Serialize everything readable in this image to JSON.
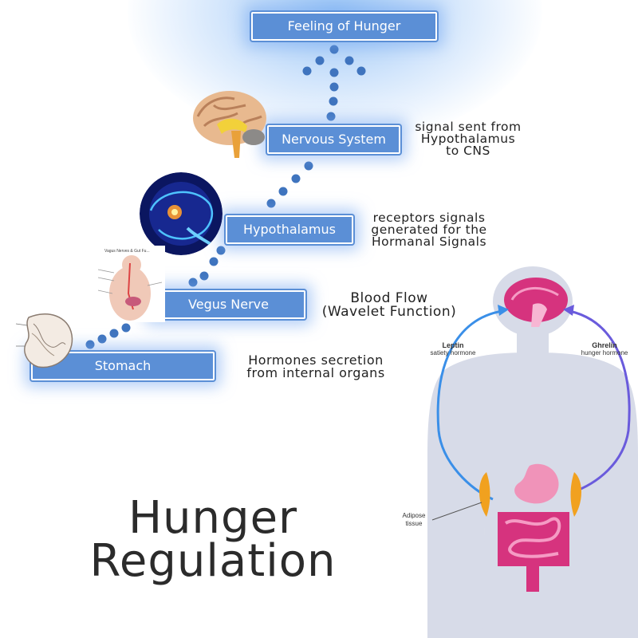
{
  "steps": {
    "feeling_of_hunger": "Feeling of Hunger",
    "nervous_system": "Nervous System",
    "hypothalamus": "Hypothalamus",
    "vegus_nerve": "Vegus Nerve",
    "stomach": "Stomach"
  },
  "descriptions": {
    "nervous_system": [
      "signal sent from",
      "Hypothalamus",
      "to CNS"
    ],
    "hypothalamus": [
      "receptors signals",
      "generated for the",
      "Hormanal Signals"
    ],
    "vegus_nerve": [
      "Blood Flow",
      "(Wavelet Function)"
    ],
    "stomach": [
      "Hormones secretion",
      "from internal organs"
    ]
  },
  "title": [
    "Hunger",
    "Regulation"
  ],
  "body_diagram": {
    "leptin": "Leptin",
    "leptin_sub": "satiety hormone",
    "ghrelin": "Ghrelin",
    "ghrelin_sub": "hunger hormone",
    "adipose": [
      "Adipose",
      "tissue"
    ]
  },
  "inset_title": "Vagus Nerves & Gut Fu...",
  "colors": {
    "box_fill": "#5b8fd6",
    "dots": "#3f74be",
    "silhouette": "#d7dbe8",
    "organ_pink": "#d6337e",
    "fat_orange": "#f1a11f",
    "arc_blue": "#3a8fe8",
    "arc_purple": "#6a5bdc"
  },
  "icons": [
    "brain-icon",
    "brain-scan-icon",
    "vagus-nerve-icon",
    "stomach-icon"
  ]
}
